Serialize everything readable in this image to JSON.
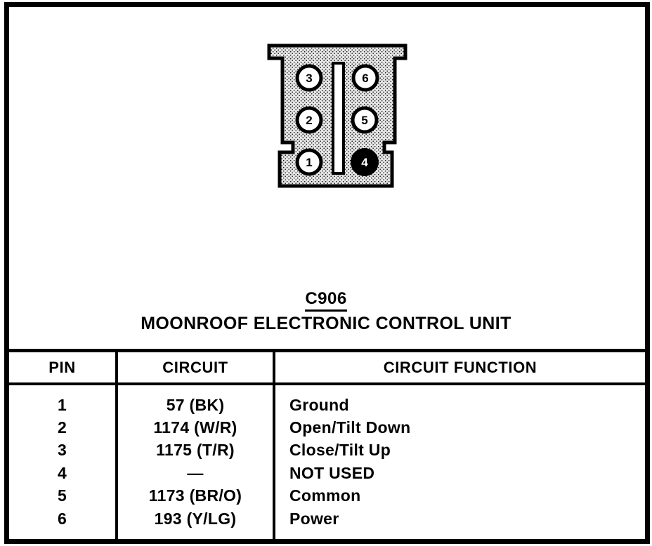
{
  "connector": {
    "id": "C906",
    "title": "MOONROOF ELECTRONIC CONTROL UNIT",
    "pins": [
      {
        "number": "1",
        "style": "open"
      },
      {
        "number": "2",
        "style": "open"
      },
      {
        "number": "3",
        "style": "open"
      },
      {
        "number": "4",
        "style": "filled"
      },
      {
        "number": "5",
        "style": "open"
      },
      {
        "number": "6",
        "style": "open"
      }
    ]
  },
  "pinout_table": {
    "headers": {
      "pin": "PIN",
      "circuit": "CIRCUIT",
      "function": "CIRCUIT FUNCTION"
    },
    "rows": [
      {
        "pin": "1",
        "circuit": "57 (BK)",
        "function": "Ground"
      },
      {
        "pin": "2",
        "circuit": "1174 (W/R)",
        "function": "Open/Tilt Down"
      },
      {
        "pin": "3",
        "circuit": "1175 (T/R)",
        "function": "Close/Tilt Up"
      },
      {
        "pin": "4",
        "circuit": "—",
        "function": "NOT USED"
      },
      {
        "pin": "5",
        "circuit": "1173 (BR/O)",
        "function": "Common"
      },
      {
        "pin": "6",
        "circuit": "193 (Y/LG)",
        "function": "Power"
      }
    ]
  },
  "colors": {
    "ink": "#000000",
    "connector_fill": "#e6e6e6",
    "unused_pin_fill": "#000000"
  }
}
